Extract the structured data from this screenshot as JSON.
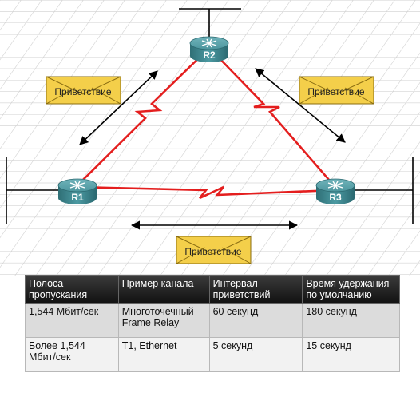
{
  "routers": {
    "r1": "R1",
    "r2": "R2",
    "r3": "R3"
  },
  "hello_label": "Приветствие",
  "table": {
    "headers": [
      "Полоса пропускания",
      "Пример канала",
      "Интервал приветствий",
      "Время удержания по умолчанию"
    ],
    "rows": [
      [
        "1,544 Мбит/сек",
        "Многоточечный Frame Relay",
        "60 секунд",
        "180 секунд"
      ],
      [
        "Более 1,544 Мбит/сек",
        "T1, Ethernet",
        "5 секунд",
        "15 секунд"
      ]
    ]
  },
  "colors": {
    "link": "#e41e1e",
    "router_body": "#3f8a92",
    "envelope": "#f4cf4a",
    "table_header": "#1e1e1e"
  }
}
